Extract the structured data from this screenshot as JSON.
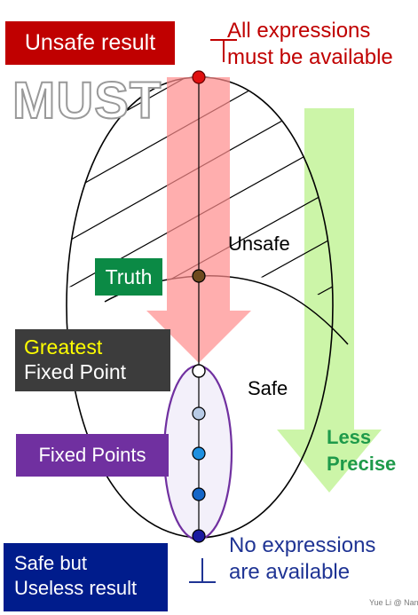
{
  "labels": {
    "unsafe_result": "Unsafe result",
    "must": "MUST",
    "all_expressions": [
      "All expressions",
      "must be available"
    ],
    "unsafe": "Unsafe",
    "truth": "Truth",
    "greatest": "Greatest",
    "fixed_point": "Fixed Point",
    "safe": "Safe",
    "fixed_points": "Fixed Points",
    "less_precise": [
      "Less",
      "Precise"
    ],
    "no_expressions": [
      "No expressions",
      "are available"
    ],
    "safe_but_useless": [
      "Safe but",
      "Useless result"
    ],
    "credit": "Yue Li @ Nanj"
  },
  "colors": {
    "unsafe_red": "#c00000",
    "truth_green": "#0b8a45",
    "fixed_point_purple": "#7030a0",
    "useless_navy": "#001c8c",
    "greatest_yellow": "#ffff00",
    "arrow_pink": "#ffaaaa",
    "arrow_green": "#ccf5a8",
    "less_precise_green": "#1e9a4a"
  },
  "markers": {
    "top": "top-symbol",
    "bottom": "bottom-symbol"
  }
}
